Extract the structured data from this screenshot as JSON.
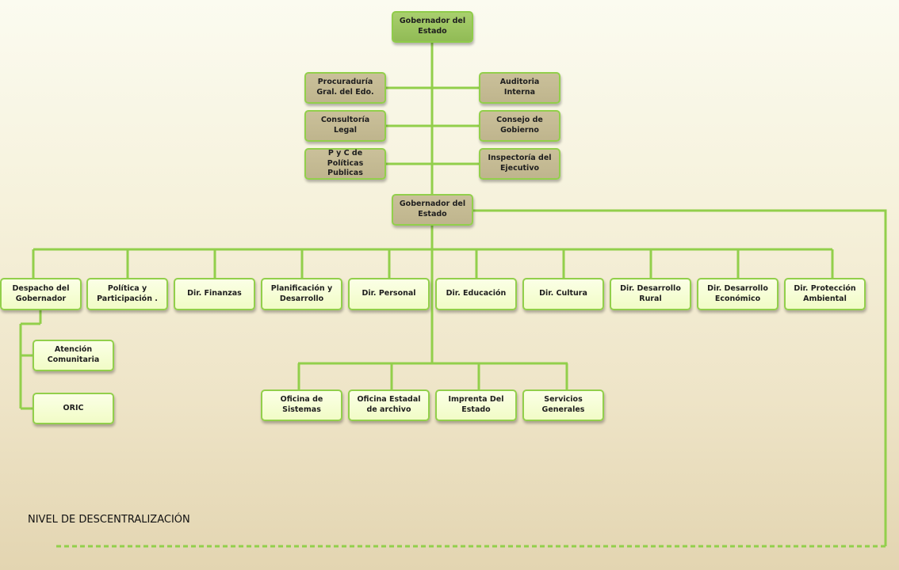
{
  "top": {
    "governor": "Gobernador del\nEstado"
  },
  "advisory": {
    "left": [
      "Procuraduría\nGral. del Edo.",
      "Consultoría Legal",
      "P y C de Políticas\nPublicas"
    ],
    "right": [
      "Auditoria Interna",
      "Consejo de\nGobierno",
      "Inspectoría del\nEjecutivo"
    ]
  },
  "second": {
    "governor": "Gobernador del\nEstado"
  },
  "directorates": [
    "Despacho del\nGobernador",
    "Política y\nParticipación .",
    "Dir. Finanzas",
    "Planificación y\nDesarrollo",
    "Dir. Personal",
    "Dir. Educación",
    "Dir. Cultura",
    "Dir. Desarrollo\nRural",
    "Dir. Desarrollo\nEconómico",
    "Dir. Protección\nAmbiental"
  ],
  "despacho_children": [
    "Atención\nComunitaria",
    "ORIC"
  ],
  "offices": [
    "Oficina de\nSistemas",
    "Oficina Estadal\nde archivo",
    "Imprenta  Del\nEstado",
    "Servicios\nGenerales"
  ],
  "footer": {
    "label": "NIVEL DE DESCENTRALIZACIÓN"
  },
  "colors": {
    "line": "#92cf4b",
    "top_box": "#9cc55f",
    "advisory_box": "#c5bb93",
    "unit_box": "#f5fdd4"
  }
}
